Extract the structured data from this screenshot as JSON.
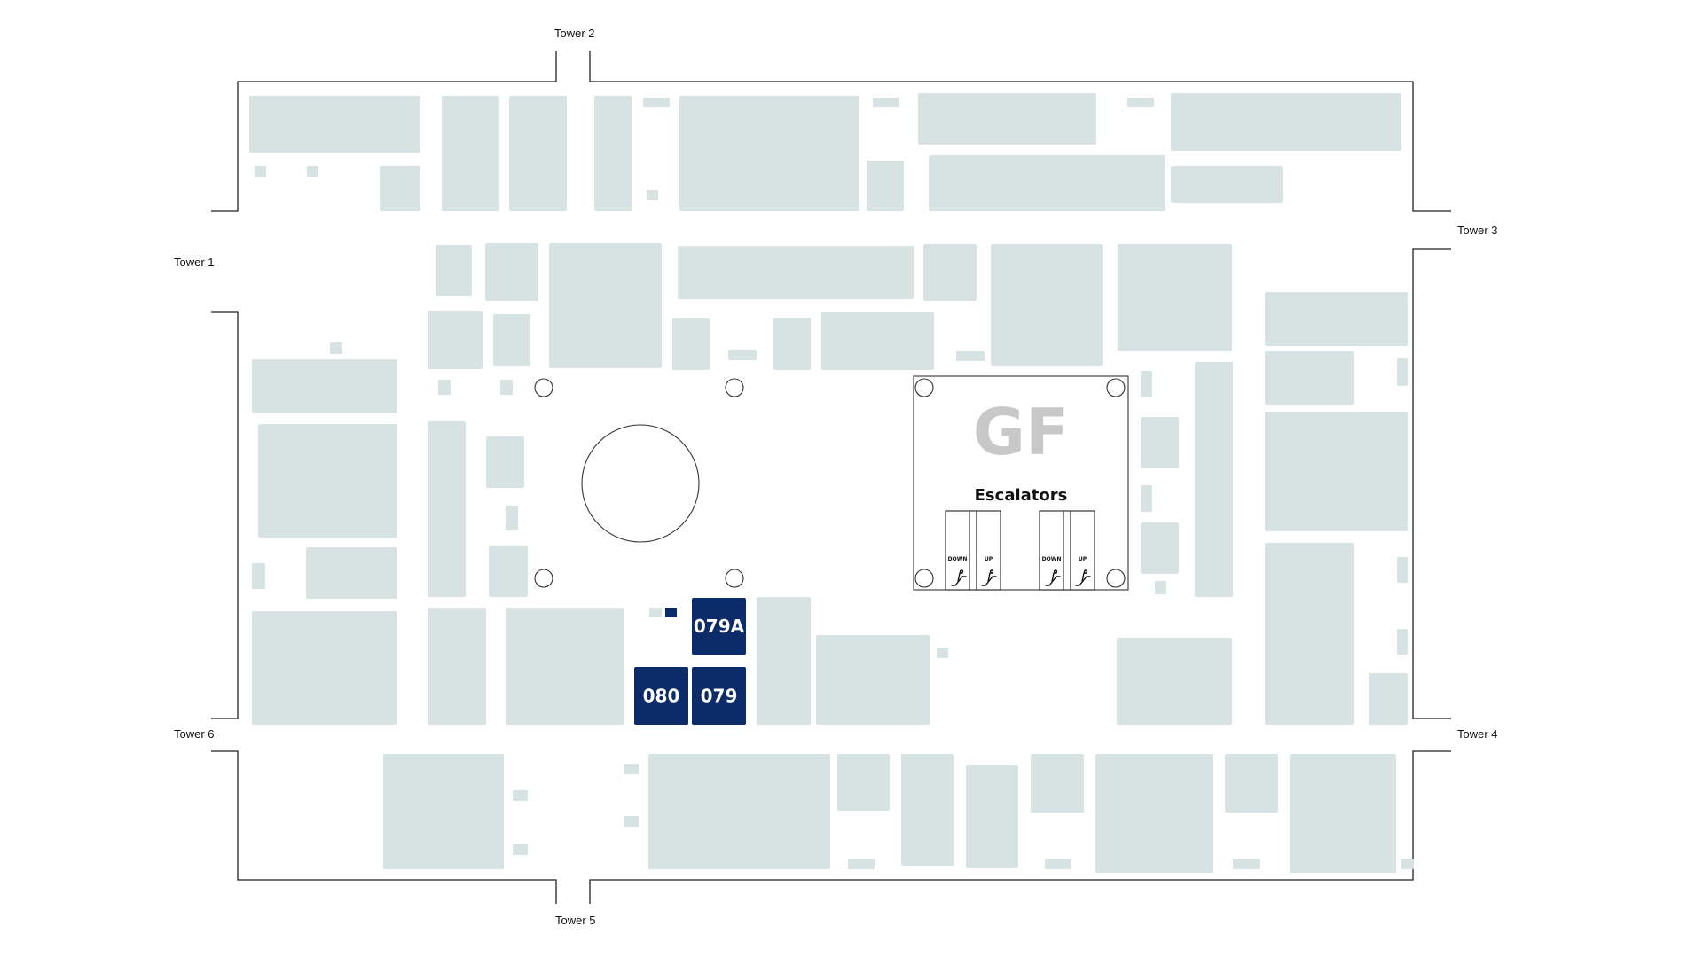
{
  "map": {
    "floor_code": "GF",
    "escalators": {
      "title": "Escalators",
      "lanes": [
        "DOWN",
        "UP",
        "DOWN",
        "UP"
      ],
      "icon": "escalator-icon"
    },
    "towers": {
      "tower_1": "Tower 1",
      "tower_2": "Tower 2",
      "tower_3": "Tower 3",
      "tower_4": "Tower 4",
      "tower_5": "Tower 5",
      "tower_6": "Tower 6"
    },
    "highlighted_units": {
      "u079a": "079A",
      "u080": "080",
      "u079": "079"
    },
    "colors": {
      "unit_fill": "#d7e3e3",
      "highlight_fill": "#0c2b69",
      "outline": "#222222",
      "floor_code": "#c8c8c8"
    }
  }
}
